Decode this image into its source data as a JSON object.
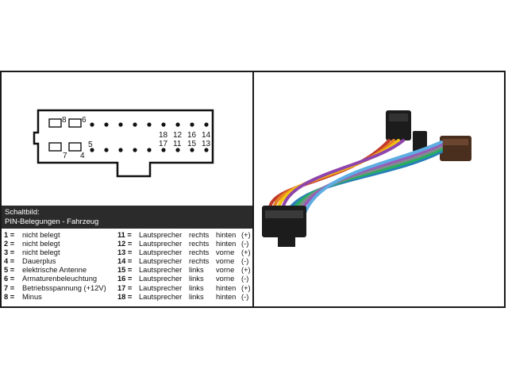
{
  "connector": {
    "top_pin_labels": [
      "18",
      "12",
      "16",
      "14"
    ],
    "bottom_pin_labels": [
      "17",
      "11",
      "15",
      "13"
    ],
    "left_pin_labels": {
      "p8": "8",
      "p6": "6",
      "p7": "7",
      "p4": "4",
      "p5": "5"
    }
  },
  "header": {
    "title": "Schaltbild:",
    "subtitle": "PIN-Belegungen - Fahrzeug",
    "background": "#2b2b2b"
  },
  "pins_left": [
    {
      "num": "1 =",
      "text": "nicht belegt"
    },
    {
      "num": "2 =",
      "text": "nicht belegt"
    },
    {
      "num": "3 =",
      "text": "nicht belegt"
    },
    {
      "num": "4 =",
      "text": "Dauerplus"
    },
    {
      "num": "5 =",
      "text": "elektrische Antenne"
    },
    {
      "num": "6 =",
      "text": "Armaturenbeleuchtung"
    },
    {
      "num": "7 =",
      "text": "Betriebsspannung (+12V)"
    },
    {
      "num": "8 =",
      "text": "Minus"
    }
  ],
  "pins_right": [
    {
      "num": "11 =",
      "c1": "Lautsprecher",
      "c2": "rechts",
      "c3": "hinten",
      "c4": "(+)"
    },
    {
      "num": "12 =",
      "c1": "Lautsprecher",
      "c2": "rechts",
      "c3": "hinten",
      "c4": "(-)"
    },
    {
      "num": "13 =",
      "c1": "Lautsprecher",
      "c2": "rechts",
      "c3": "vorne",
      "c4": "(+)"
    },
    {
      "num": "14 =",
      "c1": "Lautsprecher",
      "c2": "rechts",
      "c3": "vorne",
      "c4": "(-)"
    },
    {
      "num": "15 =",
      "c1": "Lautsprecher",
      "c2": "links",
      "c3": "vorne",
      "c4": "(+)"
    },
    {
      "num": "16 =",
      "c1": "Lautsprecher",
      "c2": "links",
      "c3": "vorne",
      "c4": "(-)"
    },
    {
      "num": "17 =",
      "c1": "Lautsprecher",
      "c2": "links",
      "c3": "hinten",
      "c4": "(+)"
    },
    {
      "num": "18 =",
      "c1": "Lautsprecher",
      "c2": "links",
      "c3": "hinten",
      "c4": "(-)"
    }
  ],
  "wire_colors": [
    "#c0392b",
    "#e67e22",
    "#f1c40f",
    "#8e44ad",
    "#2980b9",
    "#27ae60",
    "#7f8c8d",
    "#9b59b6",
    "#5dade2"
  ]
}
